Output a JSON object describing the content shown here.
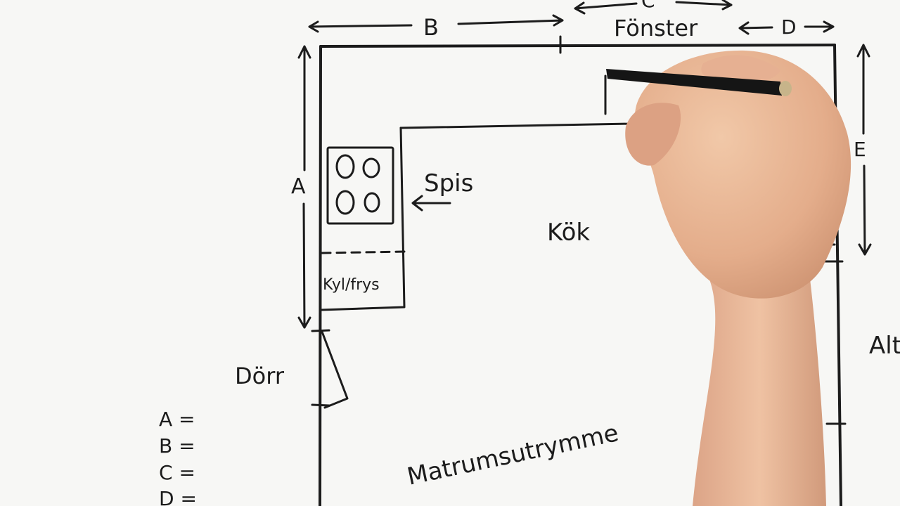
{
  "diagram": {
    "dimension_labels": {
      "a": "A",
      "b": "B",
      "c": "C",
      "d": "D",
      "e": "E"
    },
    "room_labels": {
      "window": "Fönster",
      "stove": "Spis",
      "kitchen": "Kök",
      "fridge_freezer": "Kyl/frys",
      "door": "Dörr",
      "dining_area": "Matrumsutrymme",
      "partial_right": "Alt"
    },
    "legend": [
      {
        "label": "A ="
      },
      {
        "label": "B ="
      },
      {
        "label": "C ="
      },
      {
        "label": "D ="
      }
    ]
  },
  "colors": {
    "background": "#f7f7f5",
    "ink": "#1c1c1c",
    "skin": "#e9b896",
    "pen": "#151515"
  }
}
